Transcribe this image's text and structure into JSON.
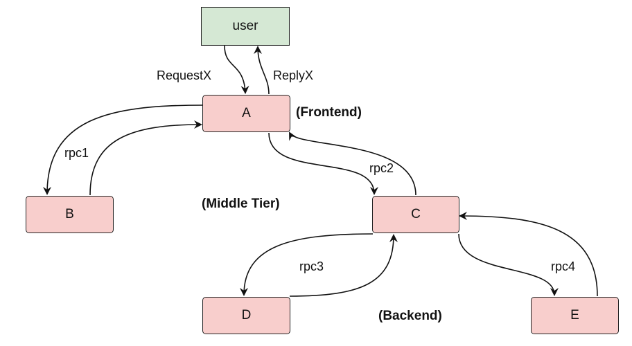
{
  "nodes": {
    "user": "user",
    "a": "A",
    "b": "B",
    "c": "C",
    "d": "D",
    "e": "E"
  },
  "edges": {
    "request": "RequestX",
    "reply": "ReplyX",
    "rpc1": "rpc1",
    "rpc2": "rpc2",
    "rpc3": "rpc3",
    "rpc4": "rpc4"
  },
  "tiers": {
    "frontend": "(Frontend)",
    "middle": "(Middle Tier)",
    "backend": "(Backend)"
  },
  "colors": {
    "user_fill": "#d5e8d4",
    "service_fill": "#f8cecc",
    "stroke": "#222222"
  }
}
